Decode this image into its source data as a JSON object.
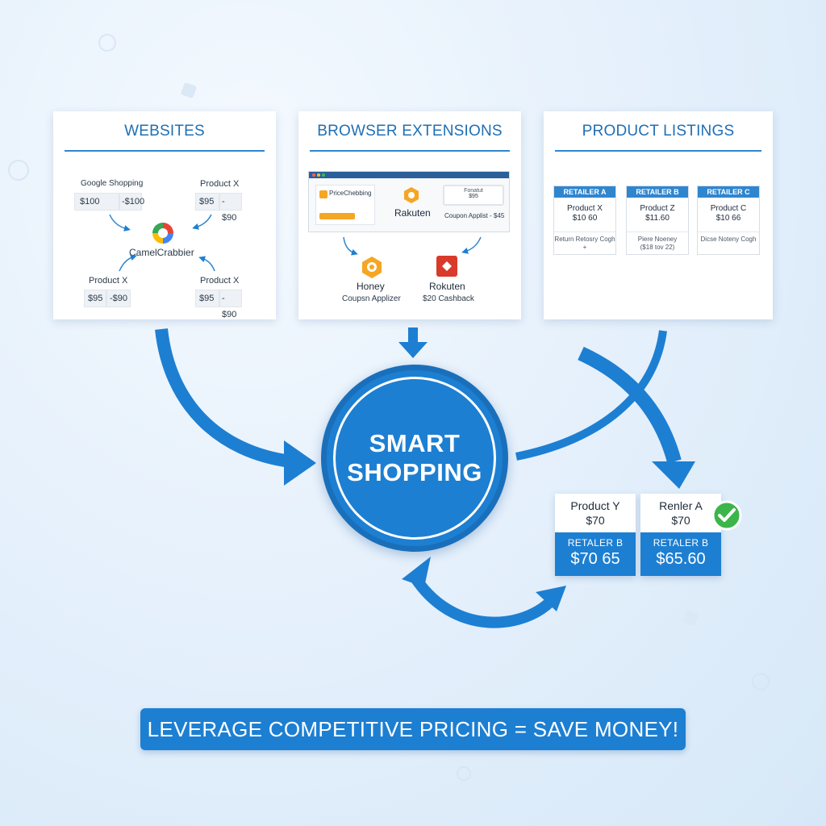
{
  "panels": {
    "websites": {
      "title": "WEBSITES",
      "google_label": "Google Shopping",
      "google_price_a": "$100",
      "google_price_b": "-$100",
      "product_tr_label": "Product X",
      "product_tr_price_a": "$95",
      "product_tr_price_b": "- $90",
      "logo_text": "CamelCrabbier",
      "product_bl_label": "Product X",
      "product_bl_price_a": "$95",
      "product_bl_price_b": "-$90",
      "product_br_label": "Product X",
      "product_br_price_a": "$95",
      "product_br_price_b": "- $90"
    },
    "extensions": {
      "title": "BROWSER EXTENSIONS",
      "pricechecker_label": "PriceChebbing",
      "rakuten_label": "Rakuten",
      "popup_title": "Fonatut",
      "popup_value": "$95",
      "coupon_text": "Coupon Applist - $45",
      "honey_name": "Honey",
      "honey_desc": "Coupsn Applizer",
      "rokuten_name": "Rokuten",
      "rokuten_desc": "$20 Cashback"
    },
    "listings": {
      "title": "PRODUCT LISTINGS",
      "columns": [
        {
          "header": "RETAILER A",
          "product": "Product X",
          "price": "$10 60",
          "footer_1": "Return Retosry Cogh",
          "footer_2": "+"
        },
        {
          "header": "RETAILER B",
          "product": "Product Z",
          "price": "$11.60",
          "footer_1": "Piere Noeney",
          "footer_2": "($18 tov 22)"
        },
        {
          "header": "RETAILER C",
          "product": "Product C",
          "price": "$10 66",
          "footer_1": "Dicse Noteny Cogh",
          "footer_2": ""
        }
      ]
    }
  },
  "hub": {
    "line1": "SMART",
    "line2": "SHOPPING"
  },
  "cards": [
    {
      "top_label": "Product Y",
      "top_price": "$70",
      "retailer": "RETALER B",
      "price": "$70 65"
    },
    {
      "top_label": "Renler A",
      "top_price": "$70",
      "retailer": "RETALER B",
      "price": "$65.60"
    }
  ],
  "banner": "LEVERAGE COMPETITIVE PRICING = SAVE MONEY!",
  "colors": {
    "accent": "#1d7fd2",
    "check": "#3cb54a",
    "honey": "#f5a623",
    "rokuten": "#d93a2b"
  }
}
